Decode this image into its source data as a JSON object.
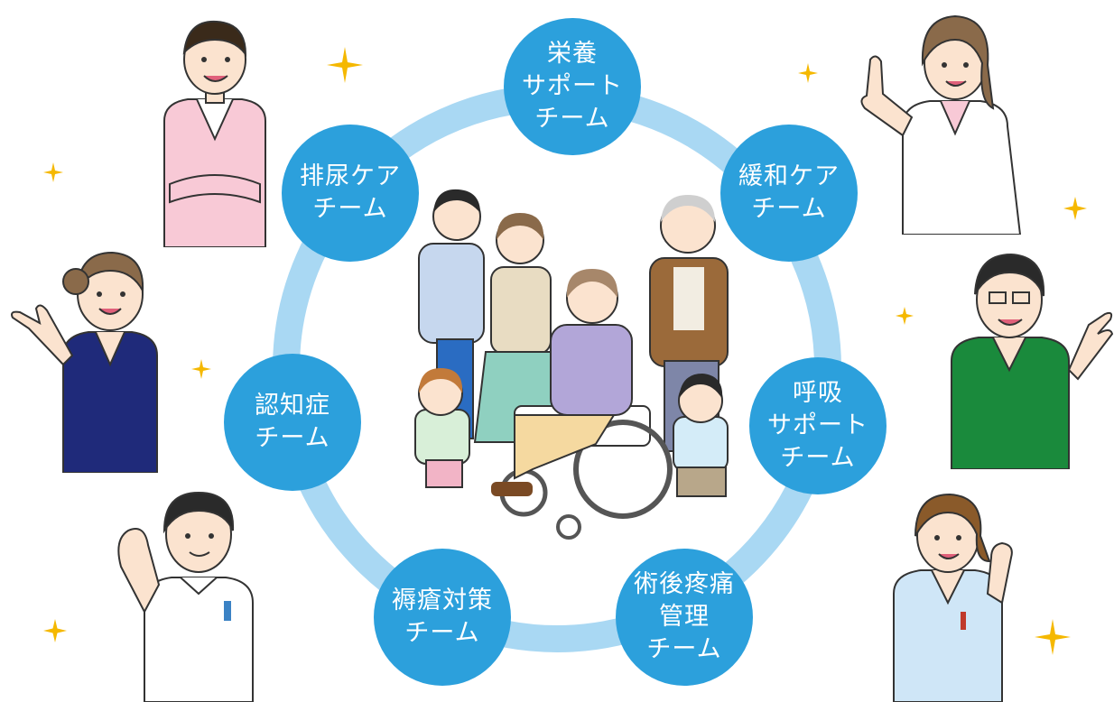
{
  "teams": {
    "nutrition": {
      "lines": [
        "栄養",
        "サポート",
        "チーム"
      ]
    },
    "palliative": {
      "lines": [
        "緩和ケア",
        "チーム"
      ]
    },
    "respiratory": {
      "lines": [
        "呼吸",
        "サポート",
        "チーム"
      ]
    },
    "postop_pain": {
      "lines": [
        "術後疼痛",
        "管理",
        "チーム"
      ]
    },
    "pressure_ulcer": {
      "lines": [
        "褥瘡対策",
        "チーム"
      ]
    },
    "dementia": {
      "lines": [
        "認知症",
        "チーム"
      ]
    },
    "urinary_care": {
      "lines": [
        "排尿ケア",
        "チーム"
      ]
    }
  },
  "colors": {
    "ring": "#a9d8f3",
    "team_circle": "#2ca0dc",
    "sparkle": "#f5b800",
    "scrub_pink": "#f8c9d6",
    "scrub_navy": "#1f2a7a",
    "scrub_green": "#1a8a3c",
    "scrub_lightblue": "#cfe6f7",
    "coat_white": "#ffffff"
  },
  "illustrations": {
    "family_group": "patient-family-illustration",
    "staff": [
      "nurse-pink-scrubs",
      "nurse-navy-scrubs",
      "doctor-white-coat-man",
      "doctor-white-coat-woman",
      "nurse-green-scrubs",
      "nurse-lightblue-scrubs"
    ]
  }
}
